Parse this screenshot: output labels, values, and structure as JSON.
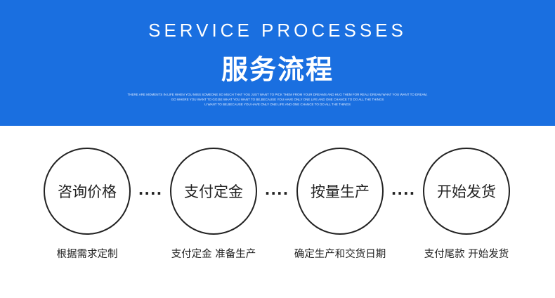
{
  "header": {
    "en_title": "SERVICE PROCESSES",
    "cn_title": "服务流程",
    "fine_lines": [
      "THERE ARE MOMENTS IN LIFE WHEN YOU MISS SOMEONE SO MUCH THAT YOU JUST WANT TO PICK THEM FROM YOUR DREAMS AND HUG THEM FOR REAL! DREAM WHAT YOU WANT TO DREAM,",
      "GO WHERE YOU WANT TO GO;BE WHAT YOU WANT TO BE,BECAUSE YOU HAVE ONLY ONE LIFE AND ONE CHANCE TO DO ALL THE THINGS",
      "U WANT TO BE,BECAUSE YOU HAVE ONLY ONE LIFE AND ONE CHANCE TO DO ALL THE THINGS"
    ]
  },
  "steps": [
    {
      "label": "咨询价格",
      "caption": "根据需求定制"
    },
    {
      "label": "支付定金",
      "caption": "支付定金 准备生产"
    },
    {
      "label": "按量生产",
      "caption": "确定生产和交货日期"
    },
    {
      "label": "开始发货",
      "caption": "支付尾款 开始发货"
    }
  ],
  "separator": "....",
  "colors": {
    "banner": "#1a6fe0",
    "text": "#222222",
    "circle_border": "#222222"
  }
}
